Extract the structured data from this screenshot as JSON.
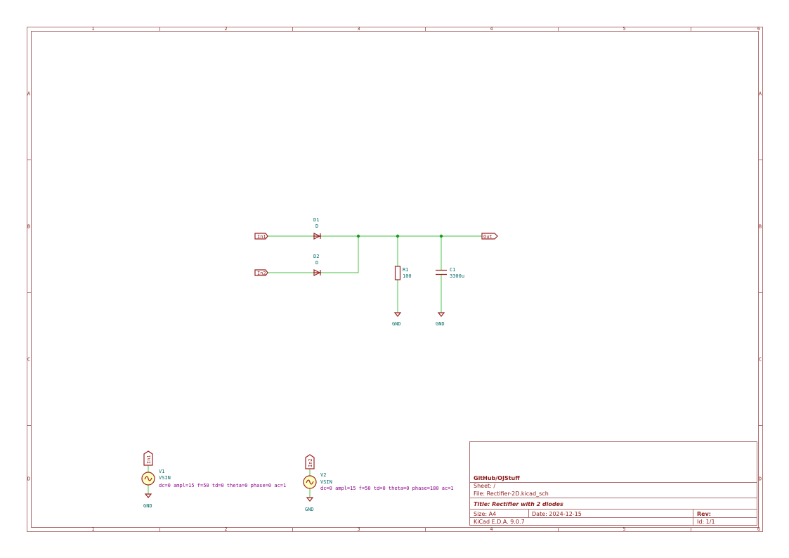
{
  "frame": {
    "columns": [
      "1",
      "2",
      "3",
      "4",
      "5",
      "6"
    ],
    "rows": [
      "A",
      "B",
      "C",
      "D"
    ]
  },
  "labels": {
    "in1": "In1",
    "in2": "In2",
    "out": "Out"
  },
  "components": {
    "d1": {
      "ref": "D1",
      "value": "D"
    },
    "d2": {
      "ref": "D2",
      "value": "D"
    },
    "r1": {
      "ref": "R1",
      "value": "100"
    },
    "c1": {
      "ref": "C1",
      "value": "3300u"
    },
    "v1": {
      "ref": "V1",
      "value": "VSIN",
      "params": "dc=0 ampl=15 f=50 td=0 theta=0 phase=0 ac=1"
    },
    "v2": {
      "ref": "V2",
      "value": "VSIN",
      "params": "dc=0 ampl=15 f=50 td=0 theta=0 phase=180 ac=1"
    },
    "gnd": "GND"
  },
  "title_block": {
    "company": "GitHub/OJStuff",
    "sheet": "Sheet: /",
    "file": "File: Rectifier-2D.kicad_sch",
    "title": "Title: Rectifier with 2 diodes",
    "size": "Size: A4",
    "date": "Date: 2024-12-15",
    "rev": "Rev:",
    "tool": "KiCad E.D.A. 9.0.7",
    "id": "Id: 1/1"
  },
  "colors": {
    "wire": "#6acd6a",
    "component": "#9a2222",
    "reference": "#006868",
    "params": "#8a008a"
  }
}
